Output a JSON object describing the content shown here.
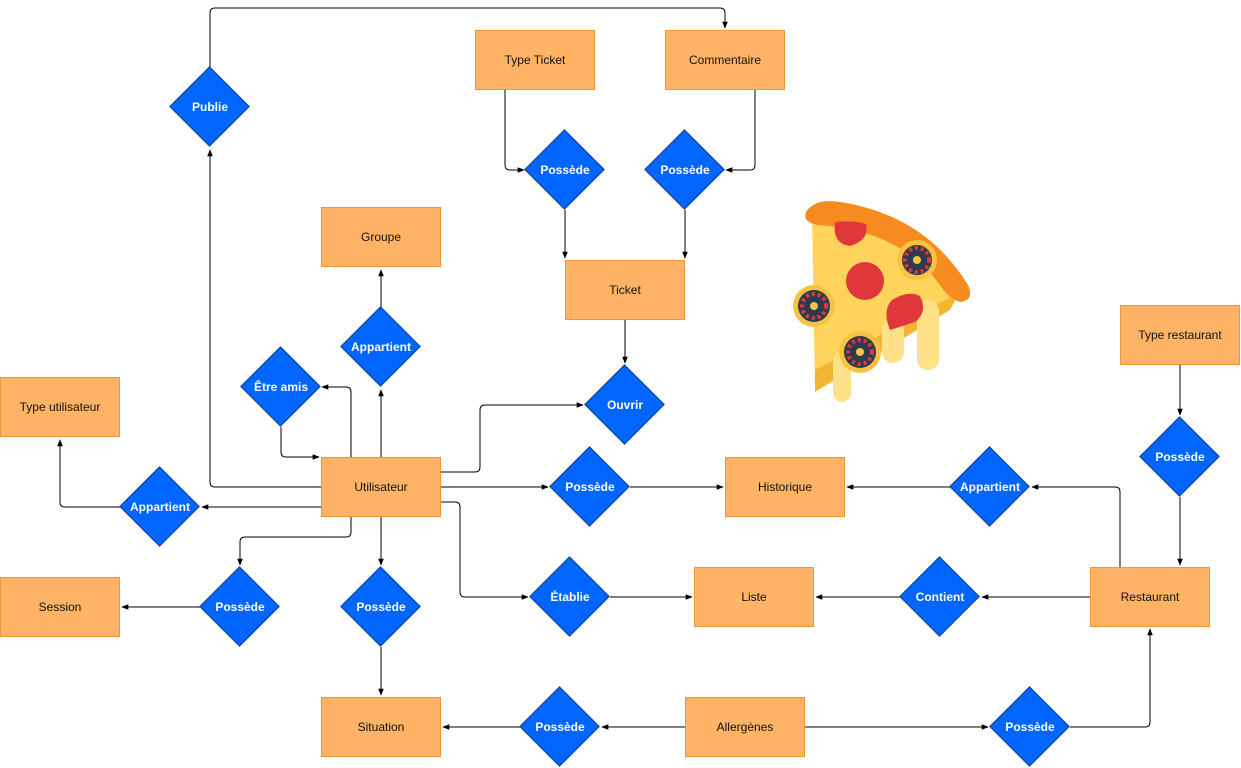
{
  "entities": {
    "type_ticket": "Type Ticket",
    "commentaire": "Commentaire",
    "groupe": "Groupe",
    "ticket": "Ticket",
    "type_utilisateur": "Type utilisateur",
    "utilisateur": "Utilisateur",
    "historique": "Historique",
    "type_restaurant": "Type restaurant",
    "session": "Session",
    "liste": "Liste",
    "restaurant": "Restaurant",
    "situation": "Situation",
    "allergenes": "Allergènes"
  },
  "relations": {
    "publie": "Publie",
    "possede_type_ticket": "Possède",
    "possede_commentaire": "Possède",
    "appartient_groupe": "Appartient",
    "etre_amis": "Être amis",
    "ouvrir": "Ouvrir",
    "appartient_type_utilisateur": "Appartient",
    "possede_historique": "Possède",
    "appartient_historique": "Appartient",
    "possede_type_restaurant": "Possède",
    "possede_session": "Possède",
    "possede_situation": "Possède",
    "etablie": "Établie",
    "contient": "Contient",
    "possede_allergenes_situation": "Possède",
    "possede_allergenes_restaurant": "Possède"
  },
  "colors": {
    "entity_fill": "#ffb366",
    "entity_border": "#e89636",
    "relation_fill": "#0066ff",
    "relation_text": "#ffffff",
    "edge": "#000000"
  },
  "illustration": "pizza-slice-with-roulette-wheels"
}
